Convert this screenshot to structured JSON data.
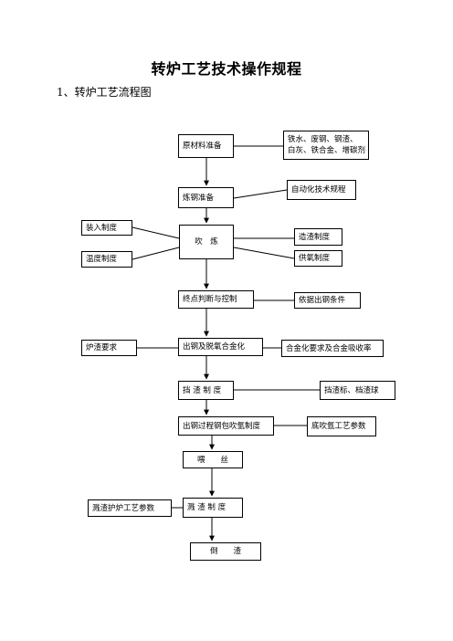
{
  "document": {
    "title": "转炉工艺技术操作规程",
    "section_heading": "1、转炉工艺流程图"
  },
  "flowchart": {
    "main": {
      "raw_material_prep": "原材料准备",
      "steelmaking_prep": "炼钢准备",
      "blowing": "吹　炼",
      "endpoint_control": "终点判断与控制",
      "tapping_deox_alloy": "出钢及脱氧合金化",
      "slag_retention": "挡 渣 制 度",
      "ladle_argon": "出钢过程钢包吹氩制度",
      "wire_feeding": "喂　　丝",
      "slag_splashing": "溅 渣 制 度",
      "slag_pouring": "倒　　渣"
    },
    "right": {
      "materials_line1": "铁水、废钢、钢渣、",
      "materials_line2": "白灰、铁合金、增碳剂",
      "automation_rules": "自动化技术规程",
      "slagging_system": "造渣制度",
      "oxygen_supply": "供氧制度",
      "tapping_conditions": "依据出钢条件",
      "alloy_requirements": "合金化要求及合金吸收率",
      "slag_dart_plug": "挡渣标、档渣球",
      "bottom_argon_params": "底吹氩工艺参数"
    },
    "left": {
      "charging_system": "装入制度",
      "temperature_system": "温度制度",
      "slag_requirements": "炉渣要求",
      "splash_process_params": "溅渣护炉工艺参数"
    }
  }
}
